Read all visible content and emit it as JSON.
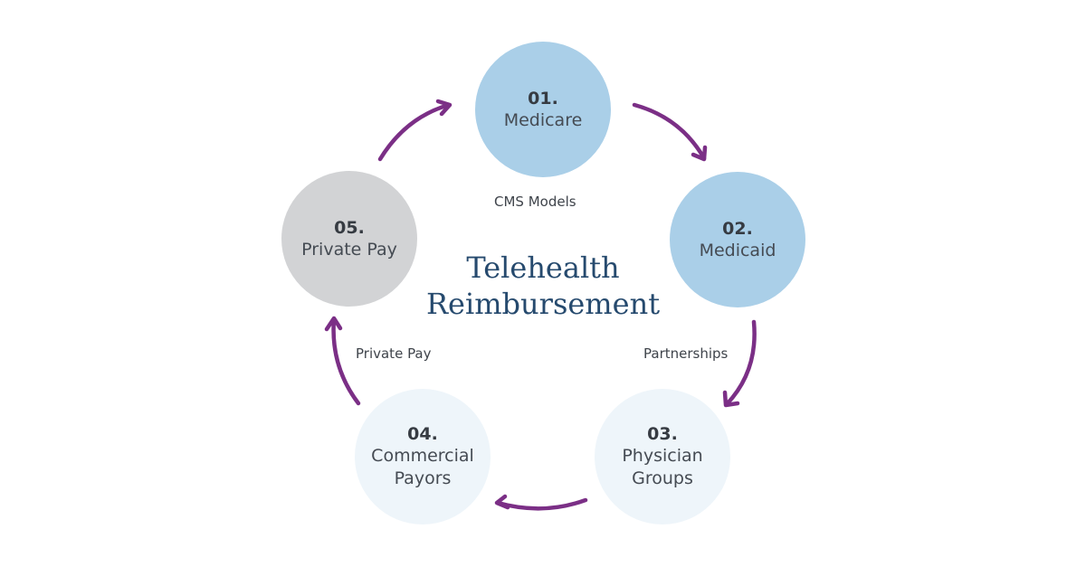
{
  "title": {
    "line1": "Telehealth",
    "line2": "Reimbursement"
  },
  "colors": {
    "blue": "#aacfe8",
    "pale": "#eef5fa",
    "gray": "#d2d3d5",
    "arrow": "#7b2f86",
    "title": "#264a6e"
  },
  "nodes": [
    {
      "num": "01.",
      "line1": "Medicare",
      "line2": ""
    },
    {
      "num": "02.",
      "line1": "Medicaid",
      "line2": ""
    },
    {
      "num": "03.",
      "line1": "Physician",
      "line2": "Groups"
    },
    {
      "num": "04.",
      "line1": "Commercial",
      "line2": "Payors"
    },
    {
      "num": "05.",
      "line1": "Private Pay",
      "line2": ""
    }
  ],
  "edge_labels": {
    "cms": "CMS Models",
    "partnerships": "Partnerships",
    "private_pay": "Private Pay"
  }
}
